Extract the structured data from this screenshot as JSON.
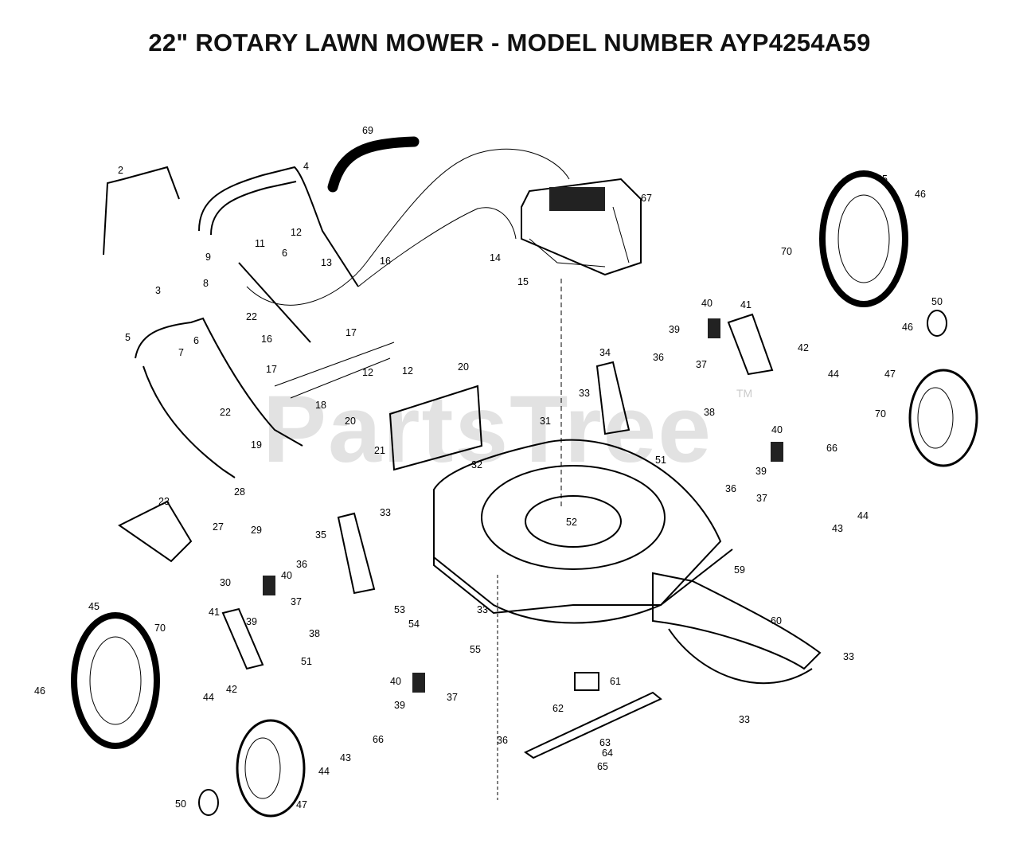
{
  "title": "22\" ROTARY LAWN MOWER - MODEL NUMBER AYP4254A59",
  "watermark": "PartsTree",
  "watermark_mark": "TM",
  "callouts": [
    "2",
    "4",
    "69",
    "3",
    "5",
    "6",
    "6",
    "7",
    "8",
    "9",
    "11",
    "12",
    "12",
    "12",
    "13",
    "14",
    "15",
    "16",
    "16",
    "17",
    "17",
    "18",
    "19",
    "20",
    "20",
    "21",
    "22",
    "22",
    "23",
    "27",
    "28",
    "29",
    "30",
    "31",
    "32",
    "33",
    "33",
    "33",
    "33",
    "33",
    "34",
    "35",
    "36",
    "36",
    "36",
    "36",
    "37",
    "37",
    "37",
    "37",
    "38",
    "38",
    "39",
    "39",
    "39",
    "39",
    "40",
    "40",
    "40",
    "40",
    "41",
    "41",
    "42",
    "42",
    "43",
    "43",
    "44",
    "44",
    "44",
    "44",
    "45",
    "45",
    "46",
    "46",
    "46",
    "47",
    "47",
    "50",
    "50",
    "51",
    "51",
    "52",
    "53",
    "54",
    "55",
    "59",
    "60",
    "61",
    "62",
    "63",
    "64",
    "65",
    "66",
    "66",
    "67",
    "70",
    "70",
    "70"
  ]
}
